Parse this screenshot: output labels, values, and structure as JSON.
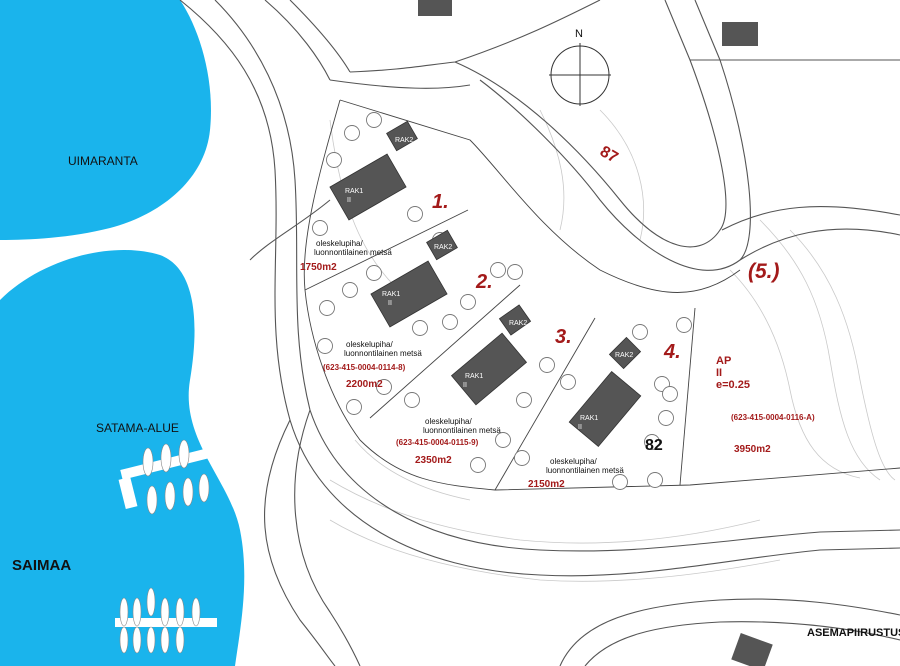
{
  "places": {
    "uimaranta": "UIMARANTA",
    "satama": "SATAMA-ALUE",
    "saimaa": "SAIMAA",
    "asemapiirustus": "ASEMAPIIRUSTUS"
  },
  "north_label": "N",
  "plot_numbers": {
    "p87": "87",
    "p82": "82"
  },
  "lots": [
    {
      "number": "1.",
      "area": "1750m2",
      "forest": "oleskelupiha/\nluonnontilainen metsä",
      "rak1": "RAK1",
      "rak2": "RAK2",
      "floors": "II"
    },
    {
      "number": "2.",
      "area": "2200m2",
      "code": "(623-415-0004-0114-8)",
      "forest": "oleskelupiha/\nluonnontilainen metsä",
      "rak1": "RAK1",
      "rak2": "RAK2",
      "floors": "II"
    },
    {
      "number": "3.",
      "area": "2350m2",
      "code": "(623-415-0004-0115-9)",
      "forest": "oleskelupiha/\nluonnontilainen metsä",
      "rak1": "RAK1",
      "rak2": "RAK2",
      "floors": "II"
    },
    {
      "number": "4.",
      "area": "2150m2",
      "forest": "oleskelupiha/\nluonnontilainen metsä",
      "rak1": "RAK1",
      "rak2": "RAK2",
      "floors": "II"
    },
    {
      "number": "(5.)",
      "area": "3950m2",
      "code": "(623-415-0004-0116-A)",
      "zoning": "AP",
      "zoning_floors": "II",
      "efficiency": "e=0.25"
    }
  ],
  "colors": {
    "water": "#1ab4ec",
    "label_red": "#a31a1a",
    "building": "#555555"
  }
}
